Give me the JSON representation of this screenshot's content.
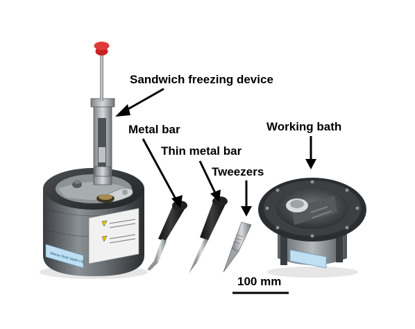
{
  "labels": {
    "sandwich_freezing_device": "Sandwich freezing device",
    "metal_bar": "Metal bar",
    "thin_metal_bar": "Thin metal bar",
    "tweezers": "Tweezers",
    "working_bath": "Working bath",
    "scale_bar": "100 mm"
  },
  "product_plate_text": "Meiwa Shoji Japan Ltd."
}
